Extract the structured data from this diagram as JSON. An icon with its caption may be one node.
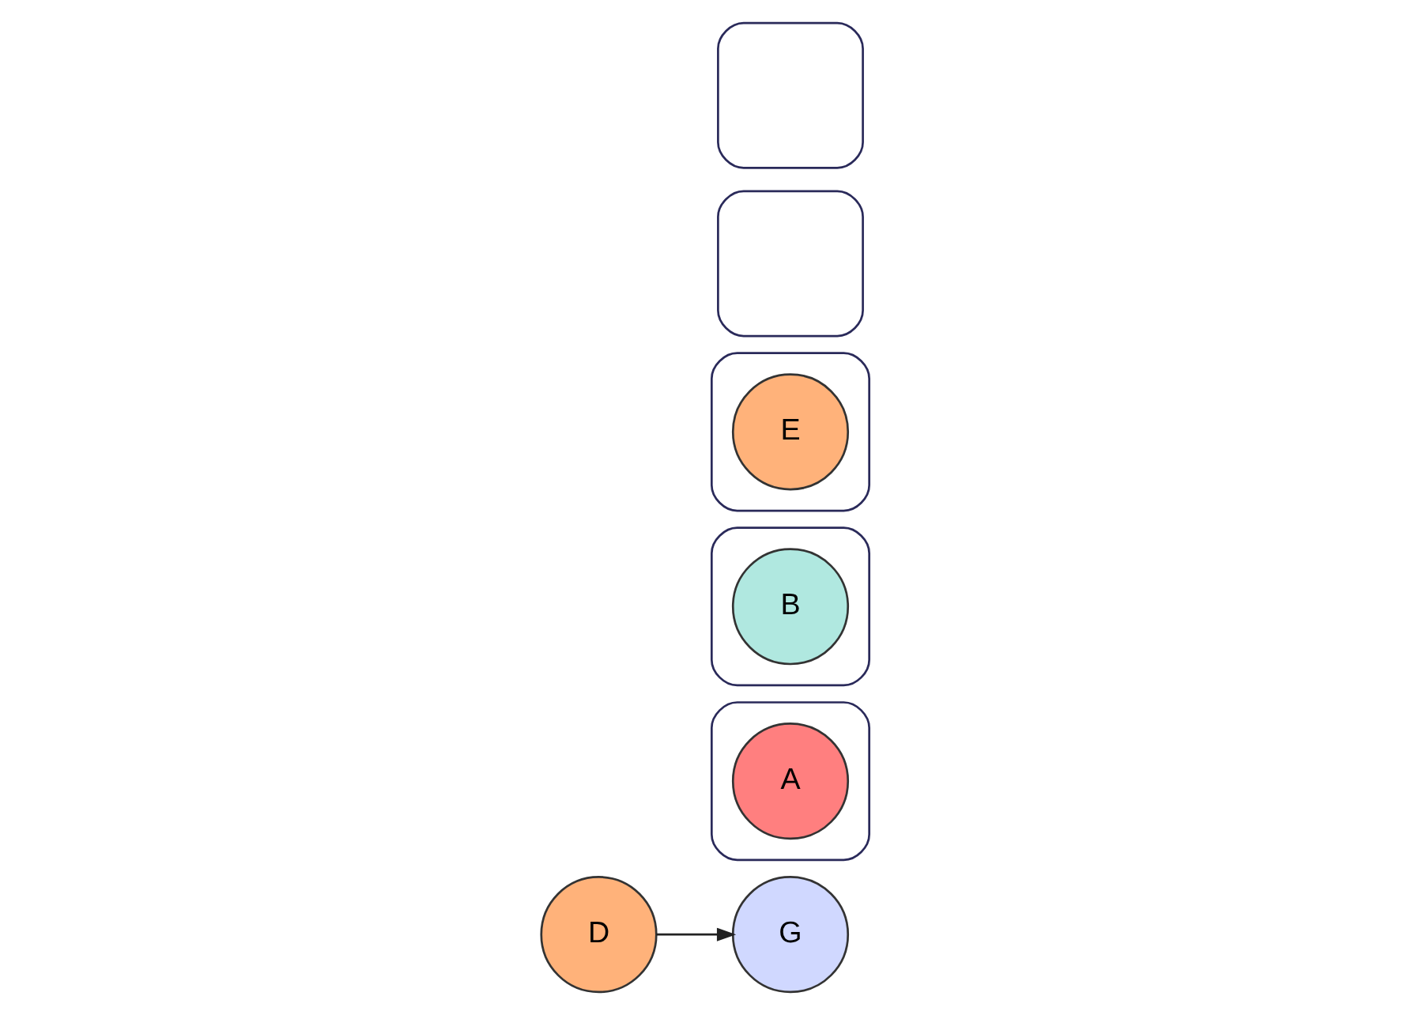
{
  "diagram": {
    "nodes": [
      {
        "text": [],
        "shape": "box"
      },
      {
        "text": [],
        "shape": "box"
      },
      {
        "text": [],
        "shape": "box"
      },
      {
        "text": [
          "E"
        ],
        "in": 2
      },
      {
        "text": [],
        "shape": "box"
      },
      {
        "text": [
          "B"
        ],
        "in": 4
      },
      {
        "text": [],
        "shape": "box"
      },
      {
        "text": [
          "A"
        ],
        "in": 6
      },
      {
        "text": [
          "D"
        ]
      },
      {
        "text": [
          "G"
        ]
      }
    ],
    "edges": [
      {
        "from": 8,
        "to": 9,
        "arrow": "to"
      }
    ]
  }
}
